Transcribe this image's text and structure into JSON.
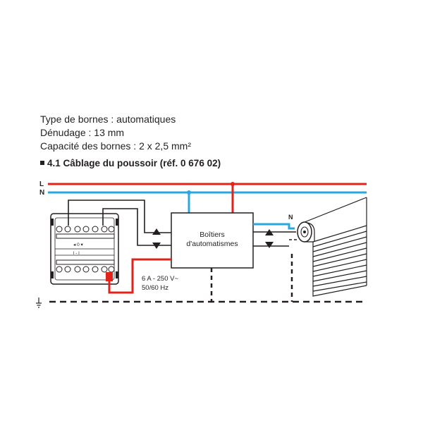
{
  "specs": {
    "bornes": "Type de bornes : automatiques",
    "denudage": "Dénudage : 13 mm",
    "capacite": "Capacité des bornes : 2 x 2,5 mm²"
  },
  "section": {
    "title": "4.1 Câblage du poussoir  (réf. 0 676 02)"
  },
  "diagram": {
    "line_labels": {
      "live": "L",
      "neutral": "N",
      "motor_neutral": "N"
    },
    "box_label_line1": "Boîtiers",
    "box_label_line2": "d'automatismes",
    "rating_line1": "6 A - 250 V~",
    "rating_line2": "50/60 Hz",
    "switch_marks_top": "◂ 0 ▾",
    "switch_marks_bottom": "l - l",
    "colors": {
      "live": "#e2231a",
      "neutral": "#29a8df",
      "wire": "#231f20",
      "earth": "#231f20"
    },
    "icons": [
      "up-arrow-icon",
      "down-arrow-icon",
      "earth-symbol-icon",
      "shutter-motor-icon",
      "roller-shutter-icon",
      "pushbutton-mechanism-icon"
    ]
  }
}
